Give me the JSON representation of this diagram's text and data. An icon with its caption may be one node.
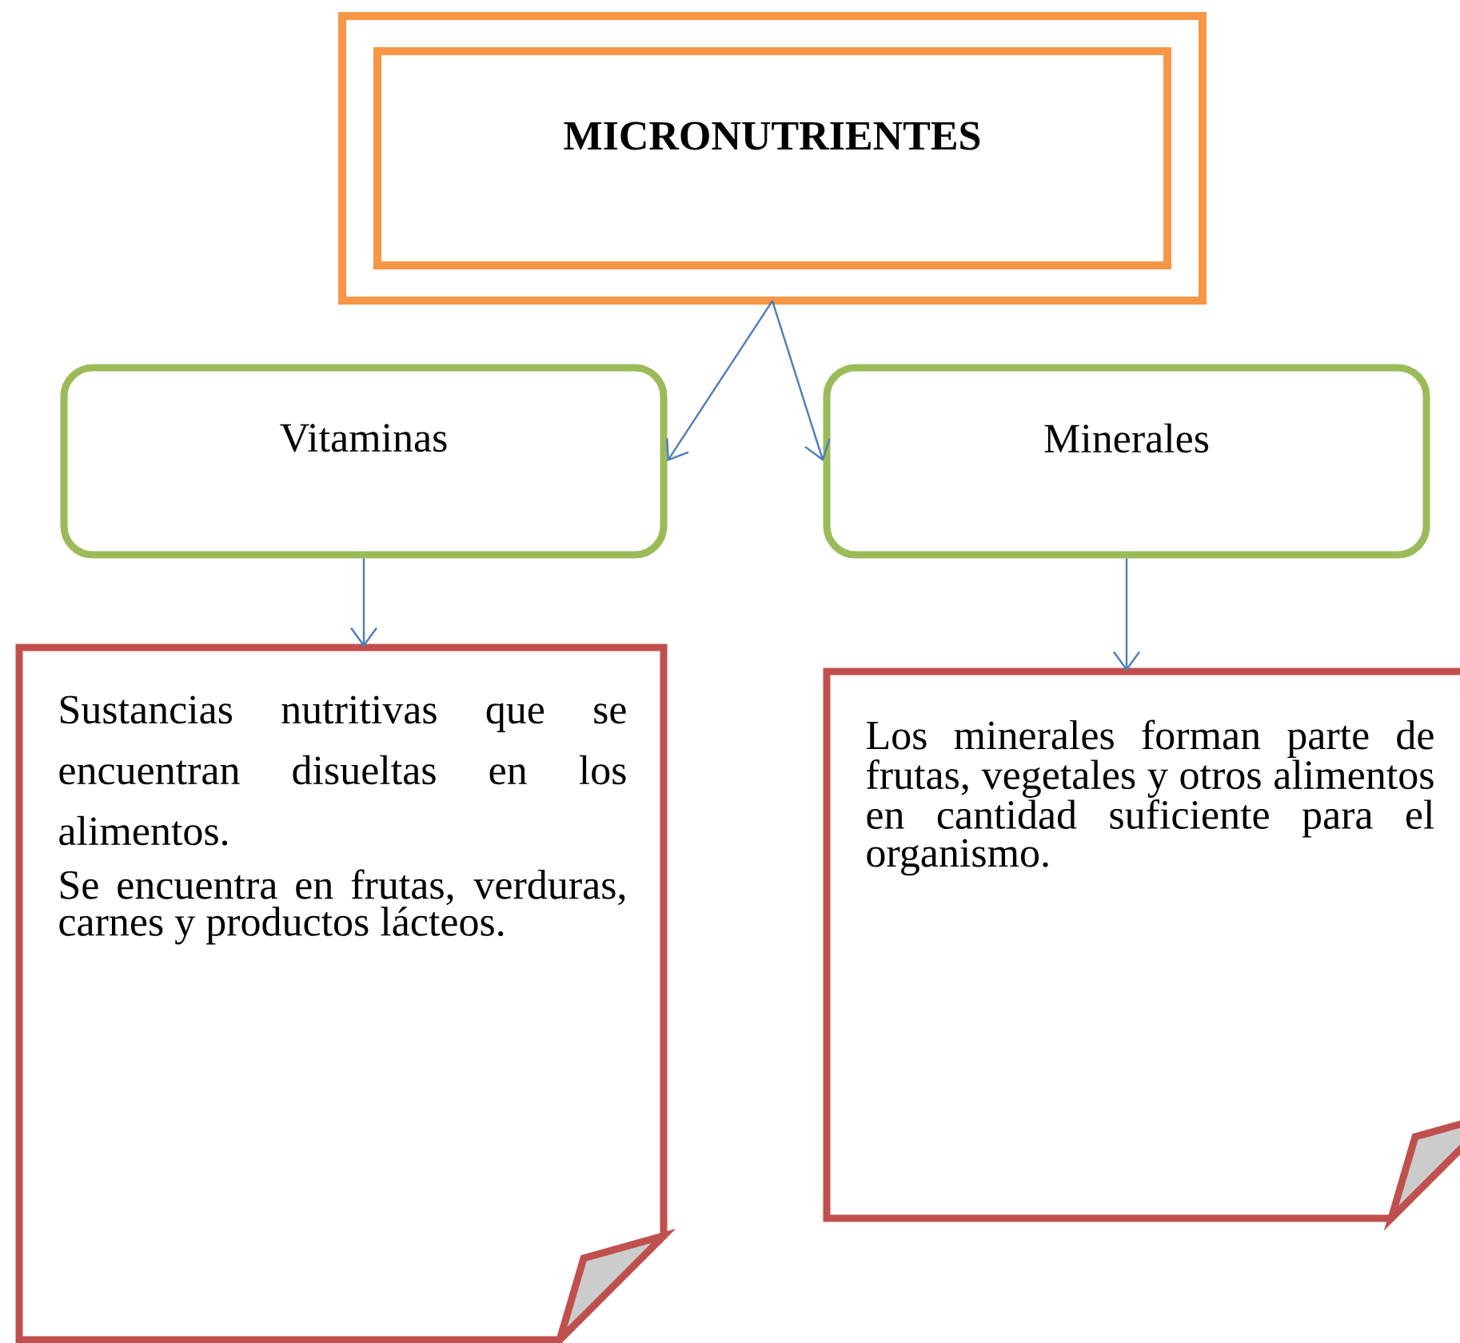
{
  "diagram": {
    "nodes": [
      {
        "text": [
          "MICRONUTRIENTES"
        ]
      },
      {
        "text": [
          "Vitaminas"
        ]
      },
      {
        "text": [
          "Minerales"
        ]
      },
      {
        "text": [
          "Sustancias nutritivas que se encuentran disueltas en los alimentos.",
          "Se encuentra en frutas, verduras, carnes y productos lácteos."
        ]
      },
      {
        "text": [
          "Los minerales forman parte de frutas, vegetales y otros alimentos en cantidad suficiente para el organismo."
        ]
      }
    ],
    "edges": [
      {
        "from": 0,
        "to": 1,
        "arrow": "to"
      },
      {
        "from": 0,
        "to": 2,
        "arrow": "to"
      },
      {
        "from": 1,
        "to": 3,
        "arrow": "to"
      },
      {
        "from": 2,
        "to": 4,
        "arrow": "to"
      }
    ]
  }
}
